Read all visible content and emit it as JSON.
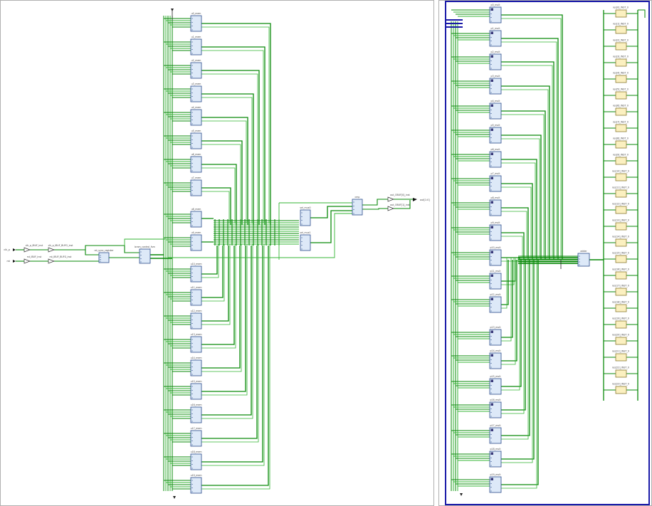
{
  "colors": {
    "wire": "#0a8a0a",
    "wire_light": "#35b535",
    "block_fill": "#dde9f8",
    "block_stroke": "#2a4a8a",
    "buf_fill": "#fbf0c0",
    "buf_stroke": "#8a7a30",
    "frame": "#1a1aa8",
    "panel_border": "#b0b0b0",
    "label": "#444444"
  },
  "left_schematic": {
    "inputs": [
      {
        "name": "clk_p",
        "ibuf": "clk_p_IBUF_inst",
        "bufg": "clk_p_IBUF_BUFG_inst"
      },
      {
        "name": "rst",
        "ibuf": "rst_IBUF_inst",
        "bufg": "rst_IBUF_BUFG_inst"
      }
    ],
    "reset_block": "rst_sync_register",
    "control_block": "bram_control_fsm",
    "upper_cells": [
      "u0_mem",
      "u1_mem",
      "u2_mem",
      "u3_mem",
      "u4_mem",
      "u5_mem",
      "u6_mem",
      "u7_mem"
    ],
    "mid_cells": [
      "u8_mem",
      "u9_mem"
    ],
    "lower_cells": [
      "u10_mem",
      "u11_mem",
      "u12_mem",
      "u13_mem",
      "u14_mem",
      "u15_mem",
      "u16_mem",
      "u17_mem",
      "u18_mem",
      "u19_mem"
    ],
    "sel_cells": [
      "sel_mux0",
      "sel_mux1"
    ],
    "compare_cell": "cmp",
    "out_bufs": [
      "out_OBUF[0]_inst",
      "out_OBUF[1]_inst"
    ],
    "out_port": "out[1:0]"
  },
  "right_schematic": {
    "mult_cells": [
      "p0_mult",
      "p1_mult",
      "p2_mult",
      "p3_mult",
      "p4_mult",
      "p5_mult",
      "p6_mult",
      "p7_mult",
      "p8_mult",
      "p9_mult",
      "p10_mult",
      "p11_mult",
      "p12_mult",
      "p13_mult",
      "p14_mult",
      "p15_mult",
      "p16_mult",
      "p17_mult",
      "p18_mult",
      "p19_mult"
    ],
    "adder_cell": "adder",
    "buf_cells": [
      "res[0]_INST_0",
      "res[1]_INST_0",
      "res[2]_INST_0",
      "res[3]_INST_0",
      "res[4]_INST_0",
      "res[5]_INST_0",
      "res[6]_INST_0",
      "res[7]_INST_0",
      "res[8]_INST_0",
      "res[9]_INST_0",
      "res[10]_INST_0",
      "res[11]_INST_0",
      "res[12]_INST_0",
      "res[13]_INST_0",
      "res[14]_INST_0",
      "res[15]_INST_0",
      "res[16]_INST_0",
      "res[17]_INST_0",
      "res[18]_INST_0",
      "res[19]_INST_0",
      "res[20]_INST_0",
      "res[21]_INST_0",
      "res[22]_INST_0",
      "res[23]_INST_0"
    ]
  }
}
